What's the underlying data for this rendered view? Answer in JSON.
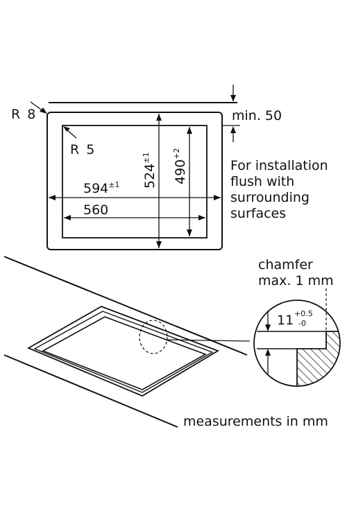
{
  "colors": {
    "ink": "#111111",
    "background": "#ffffff"
  },
  "top_view": {
    "outer_radius": {
      "prefix": "R",
      "value": "8"
    },
    "inner_radius": {
      "prefix": "R",
      "value": "5"
    },
    "min_gap": "min. 50",
    "width_outer": {
      "value": "594",
      "tolerance": "±1"
    },
    "width_inner": {
      "value": "560"
    },
    "depth_outer": {
      "value": "524",
      "tolerance": "±1"
    },
    "depth_inner": {
      "value": "490",
      "tolerance": "+2"
    },
    "note_lines": [
      "For installation",
      "flush with",
      "surrounding",
      "surfaces"
    ]
  },
  "detail_view": {
    "chamfer_lines": [
      "chamfer",
      "max. 1 mm"
    ],
    "step_depth": {
      "value": "11",
      "tol_plus": "+0.5",
      "tol_minus": "-0"
    }
  },
  "footer": {
    "units_note": "measurements in mm"
  }
}
